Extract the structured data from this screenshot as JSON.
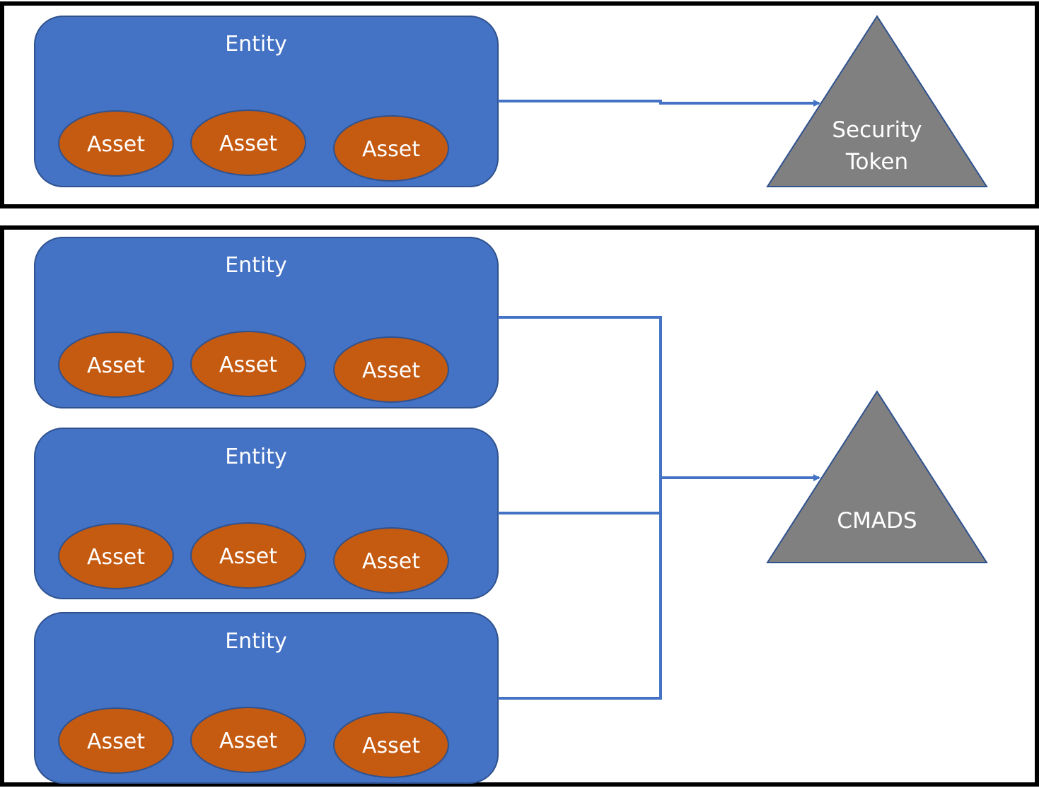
{
  "colors": {
    "entity_fill": "#4472C4",
    "asset_fill": "#C55A11",
    "token_fill": "#808080",
    "connector": "#4472C4",
    "frame": "#000000"
  },
  "top_panel": {
    "entity": {
      "label": "Entity",
      "assets": [
        "Asset",
        "Asset",
        "Asset"
      ]
    },
    "token": {
      "lines": [
        "Security",
        "Token"
      ]
    }
  },
  "bottom_panel": {
    "entities": [
      {
        "label": "Entity",
        "assets": [
          "Asset",
          "Asset",
          "Asset"
        ]
      },
      {
        "label": "Entity",
        "assets": [
          "Asset",
          "Asset",
          "Asset"
        ]
      },
      {
        "label": "Entity",
        "assets": [
          "Asset",
          "Asset",
          "Asset"
        ]
      }
    ],
    "token": {
      "lines": [
        "CMADS"
      ]
    }
  }
}
